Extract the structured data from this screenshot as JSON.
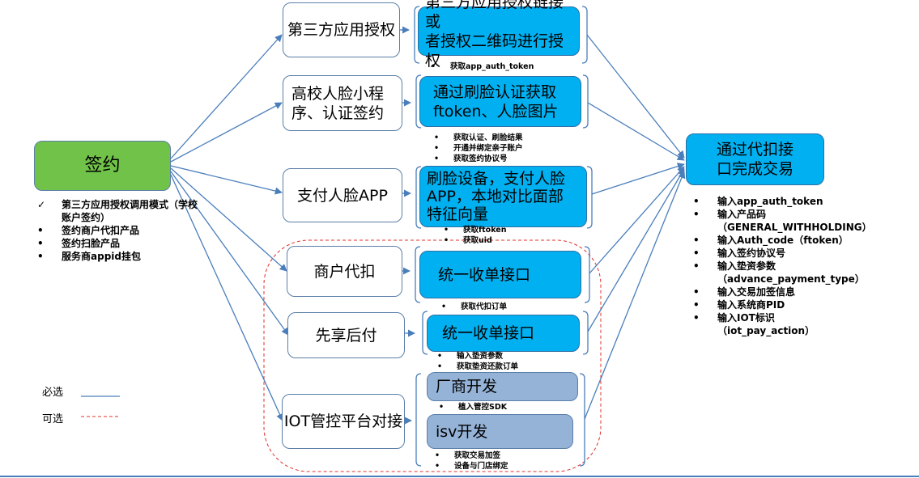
{
  "nodes": {
    "sign": "签约",
    "third_party_auth": "第三方应用授权",
    "campus_face": "高校人脸小程\n序、认证签约",
    "face_app": "支付人脸APP",
    "merchant_deduct": "商户代扣",
    "pay_later": "先享后付",
    "iot_platform": "IOT管控平台对接",
    "auth_link": "第三方应用授权链接或\n者授权二维码进行授权",
    "face_auth_token": "通过刷脸认证获取\nftoken、人脸图片",
    "face_device": "刷脸设备，支付人脸\nAPP，本地对比面部\n特征向量",
    "unified_order_1": "统一收单接口",
    "unified_order_2": "统一收单接口",
    "vendor_dev": "厂商开发",
    "isv_dev": "isv开发",
    "final": "通过代扣接\n口完成交易"
  },
  "sign_notes": [
    "第三方应用授权调用模式（学校账户签约）",
    "签约商户代扣产品",
    "签约扫脸产品",
    "服务商appid挂包"
  ],
  "notes": {
    "auth": [
      "获取app_auth_token"
    ],
    "face": [
      "获取认证、刷脸结果",
      "开通并绑定亲子账户",
      "获取签约协议号"
    ],
    "app": [
      "获取ftoken",
      "获取uid"
    ],
    "merchant": [
      "获取代扣订单"
    ],
    "pay_later": [
      "输入垫资参数",
      "获取垫资还款订单"
    ],
    "vendor": [
      "植入管控SDK"
    ],
    "isv": [
      "获取交易加签",
      "设备与门店绑定"
    ]
  },
  "final_inputs": [
    "输入app_auth_token",
    "输入产品码（GENERAL_WITHHOLDING）",
    "输入Auth_code（ftoken）",
    "输入签约协议号",
    "输入垫资参数（advance_payment_type）",
    "输入交易加签信息",
    "输入系统商PID",
    "输入IOT标识（iot_pay_action）"
  ],
  "legend": {
    "required": "必选",
    "optional": "可选"
  },
  "colors": {
    "connector": "#4a7ebb",
    "optional_border": "#e0302a",
    "step_fill": "#00b0f0",
    "sign_fill": "#70c348",
    "dev_fill": "#95b3d7"
  }
}
